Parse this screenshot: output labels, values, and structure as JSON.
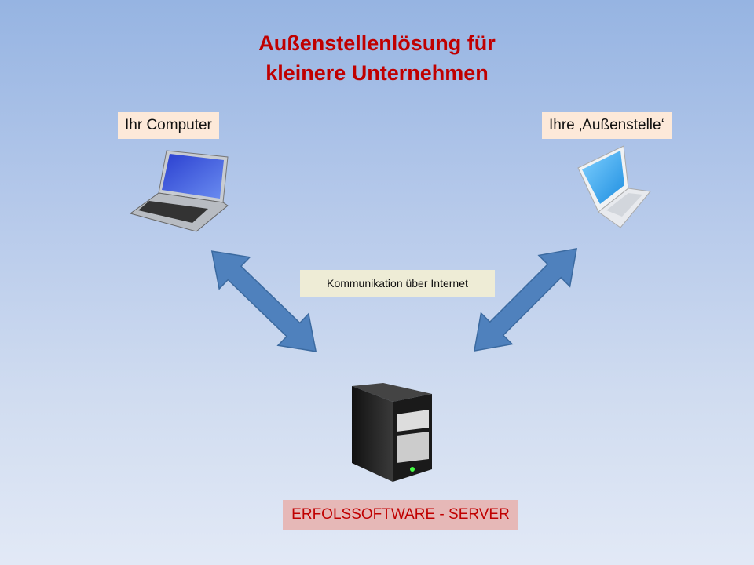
{
  "title": {
    "line1": "Außenstellenlösung für",
    "line2": "kleinere Unternehmen"
  },
  "nodes": {
    "computer_label": "Ihr Computer",
    "branch_label": "Ihre ‚Außenstelle‘",
    "server_label": "ERFOLSSOFTWARE - SERVER"
  },
  "connection_label": "Kommunikation über Internet",
  "colors": {
    "title": "#c00000",
    "arrow": "#4f81bd",
    "label_bg": "#fde9d9",
    "server_bg": "#e6b8b7"
  }
}
